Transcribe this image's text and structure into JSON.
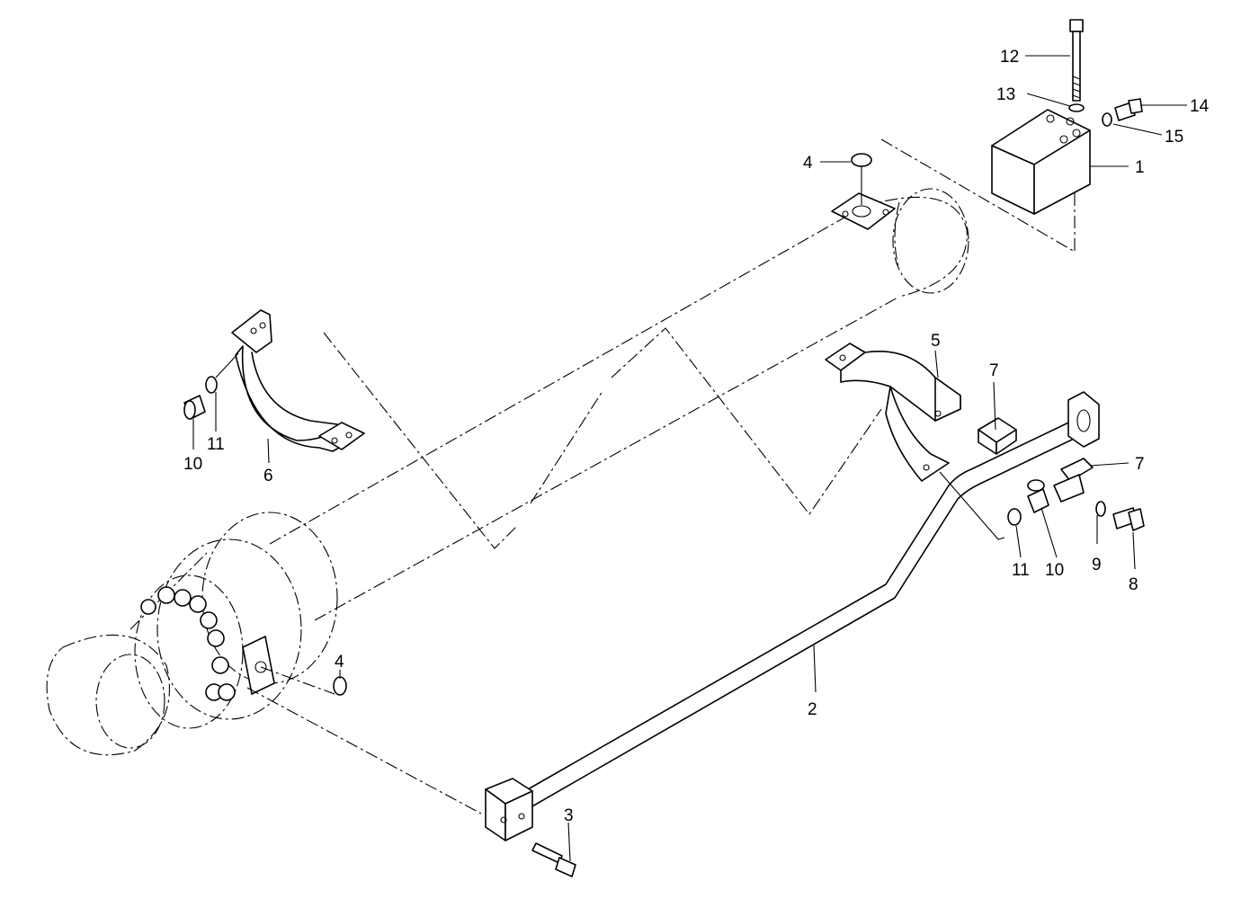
{
  "callouts": {
    "c1": "1",
    "c2": "2",
    "c3": "3",
    "c4a": "4",
    "c4b": "4",
    "c5": "5",
    "c6": "6",
    "c7a": "7",
    "c7b": "7",
    "c8": "8",
    "c9": "9",
    "c10a": "10",
    "c10b": "10",
    "c11a": "11",
    "c11b": "11",
    "c12": "12",
    "c13": "13",
    "c14": "14",
    "c15": "15"
  }
}
